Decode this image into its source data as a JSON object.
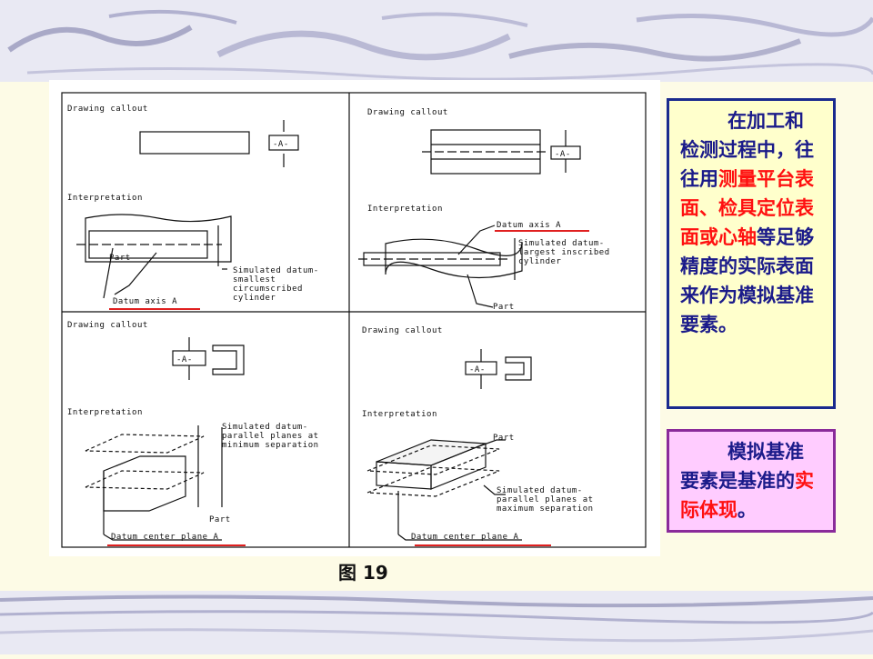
{
  "figure": {
    "caption": "图 19",
    "panels": [
      {
        "callout_title": "Drawing callout",
        "datum_box": "-A-",
        "interp_title": "Interpretation",
        "labels": [
          "Part",
          "Datum axis A"
        ],
        "sim_lines": [
          "Simulated datum-",
          "smallest",
          "circumscribed",
          "cylinder"
        ]
      },
      {
        "callout_title": "Drawing callout",
        "datum_box": "-A-",
        "interp_title": "Interpretation",
        "labels": [
          "Datum axis A",
          "Part"
        ],
        "sim_lines": [
          "Simulated datum-",
          "largest inscribed",
          "cylinder"
        ]
      },
      {
        "callout_title": "Drawing callout",
        "datum_box": "-A-",
        "interp_title": "Interpretation",
        "labels": [
          "Part",
          "Datum center plane A"
        ],
        "sim_lines": [
          "Simulated datum-",
          "parallel planes at",
          "minimum separation"
        ]
      },
      {
        "callout_title": "Drawing callout",
        "datum_box": "-A-",
        "interp_title": "Interpretation",
        "labels": [
          "Part",
          "Datum center plane A"
        ],
        "sim_lines": [
          "Simulated datum-",
          "parallel planes at",
          "maximum separation"
        ]
      }
    ]
  },
  "note1": {
    "parts": [
      "在加工和检测过程中，往往用",
      "测量平台表面、检具定位表面或心轴",
      "等足够精度的实际表面来作为模拟基准要素。"
    ]
  },
  "note2": {
    "parts": [
      "模拟基准要素是基准的",
      "实际体现",
      "。"
    ]
  },
  "colors": {
    "note_text": "#1b1b8a",
    "highlight": "#ff1010",
    "underline": "#e02020"
  }
}
